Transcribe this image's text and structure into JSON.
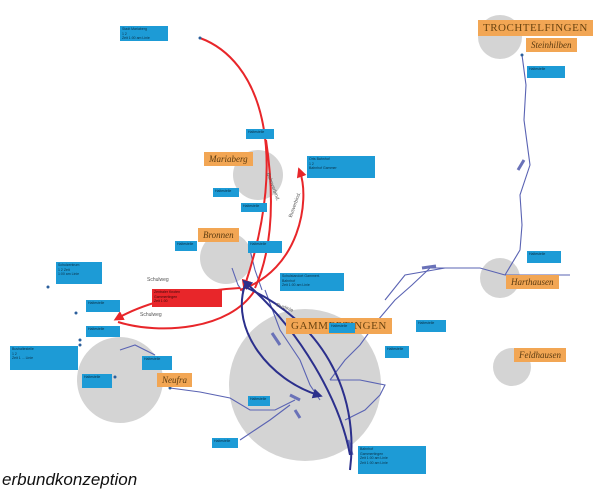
{
  "caption": "erbundkonzeption",
  "towns": {
    "trochtelfingen": "TROCHTELFINGEN",
    "steinhilben": "Steinhilben",
    "mariaberg": "Mariaberg",
    "bronnen": "Bronnen",
    "gammertingen": "GAMMERTINGEN",
    "harthausen": "Harthausen",
    "neufra": "Neufra",
    "feldhausen": "Feldhausen"
  },
  "boxes": {
    "b1": "Stadt Mariaberg\n1 2\nZeit 1:00 am Linie",
    "b2": "Orts Bahnhof\n1 2\nBahnhof Gammer",
    "b3": "Haltestelle",
    "b4": "Haltestelle",
    "b5": "Haltestelle",
    "b6": "Haltestelle",
    "b7": "Haltestelle",
    "b8": "Schulzentrum\n1 2 Zeit\n1:00 am Linie",
    "b9": "Schulstandort Gammert.\nBahnhof\nZeit 1:00 am Linie",
    "b10": "Haltestelle",
    "b11": "Haltestelle",
    "b12": "Haltestelle",
    "b13": "Bushaltestelle\n1 2\nZeit 1 ... Linie",
    "b14": "Haltestelle",
    "b15": "Haltestelle",
    "b16": "Haltestelle",
    "b17": "Haltestelle",
    "b18": "Haltestelle",
    "b19": "Haltestelle",
    "b20": "Haltestelle",
    "b21": "Haltestelle",
    "b22": "Bahnhof\nGammertingen\nZeit 1:00 am Linie\nZeit 1:00 am Linie",
    "red": "Zentraler Knoten\nGammertingen\nZeit 1:00"
  },
  "routes": {
    "r1": "Schulweg",
    "r2": "Schulweg",
    "r3": "Bahnverbind.",
    "r4": "Busverbind.",
    "r5": "Buslinie"
  },
  "colors": {
    "red_route": "#e8262a",
    "blue_route": "#2b2f8c",
    "road": "#5a63b3",
    "town_area": "#d4d4d4",
    "town_label": "#f2a654",
    "stop_box": "#1d9bd6",
    "rail": "#6a72b8"
  }
}
